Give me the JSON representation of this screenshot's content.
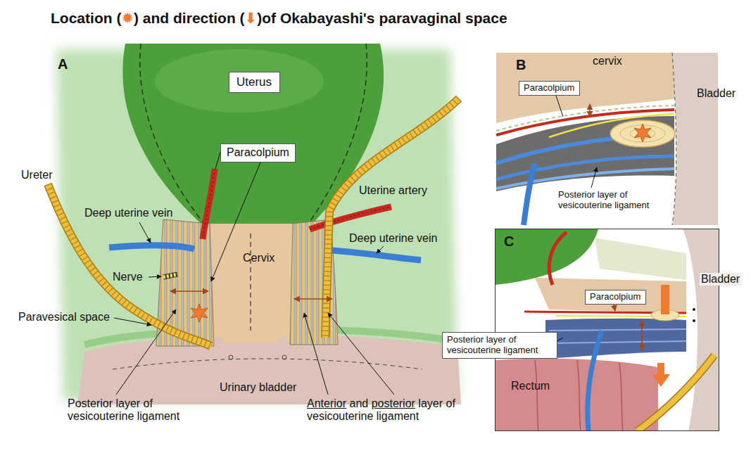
{
  "diagram": {
    "title": "Location (✹) and direction (⬇)of Okabayashi's paravaginal space",
    "nodes": [
      {
        "text": [
          "Uterus"
        ]
      },
      {
        "text": [
          "Paracolpium"
        ]
      },
      {
        "text": [
          "B"
        ]
      },
      {
        "text": [
          "Paracolpium"
        ],
        "in": 2
      },
      {
        "text": [
          "C"
        ]
      },
      {
        "text": [
          "Paracolpium"
        ],
        "in": 4
      },
      {
        "text": [
          "Posterior layer of vesicouterine ligament"
        ]
      }
    ],
    "labels": [
      "A",
      "Ureter",
      "Deep uterine vein",
      "Nerve",
      "Paravesical space",
      "Uterine artery",
      "Deep uterine vein",
      "Cervix",
      "Urinary bladder",
      "Posterior layer of vesicouterine ligament",
      "Anterior and posterior layer of vesicouterine ligament",
      "cervix",
      "Bladder",
      "Posterior layer of vesicouterine ligament",
      "Bladder",
      "Rectum"
    ]
  }
}
